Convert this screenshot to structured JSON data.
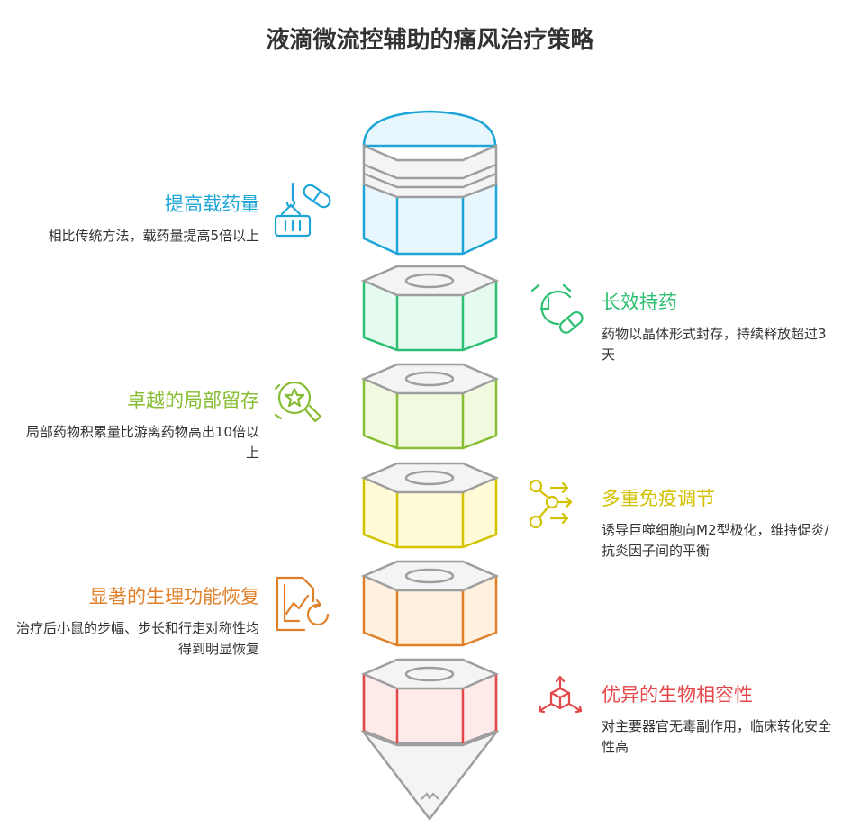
{
  "title": "液滴微流控辅助的痛风治疗策略",
  "items": [
    {
      "title": "提高载药量",
      "desc": "相比传统方法，载药量提高5倍以上",
      "color": "#1ea5d8",
      "icon": "crane-container-pill-icon"
    },
    {
      "title": "长效持药",
      "desc": "药物以晶体形式封存，持续释放超过3天",
      "color": "#2dbf72",
      "icon": "alarm-clock-pill-icon"
    },
    {
      "title": "卓越的局部留存",
      "desc": "局部药物积累量比游离药物高出10倍以上",
      "color": "#86bd32",
      "icon": "star-magnifier-icon"
    },
    {
      "title": "多重免疫调节",
      "desc": "诱导巨噬细胞向M2型极化，维持促炎/抗炎因子间的平衡",
      "color": "#d2c200",
      "icon": "branching-arrows-icon"
    },
    {
      "title": "显著的生理功能恢复",
      "desc": "治疗后小鼠的步幅、步长和行走对称性均得到明显恢复",
      "color": "#e0802a",
      "icon": "chart-document-refresh-icon"
    },
    {
      "title": "优异的生物相容性",
      "desc": "对主要器官无毒副作用，临床转化安全性高",
      "color": "#e5484a",
      "icon": "cube-arrows-icon"
    }
  ]
}
